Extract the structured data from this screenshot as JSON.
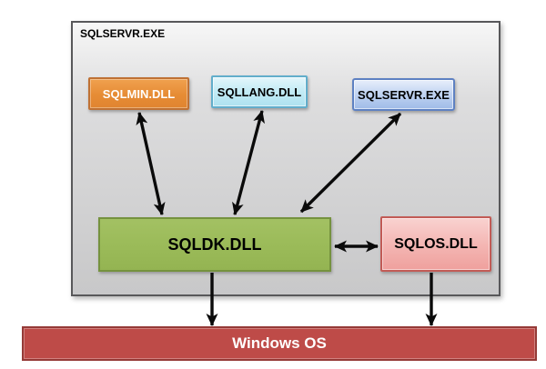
{
  "diagram": {
    "container": {
      "label": "SQLSERVR.EXE"
    },
    "nodes": {
      "sqlmin": {
        "label": "SQLMIN.DLL",
        "fill": "#e68c35",
        "border": "#bf7134",
        "text_color": "#ffffff"
      },
      "sqllang": {
        "label": "SQLLANG.DLL",
        "fill": "#c2ebf5",
        "border": "#62aecb",
        "text_color": "#000000"
      },
      "sqlservr": {
        "label": "SQLSERVR.EXE",
        "fill": "#c3d5f2",
        "border": "#5e81c2",
        "text_color": "#000000"
      },
      "sqldk": {
        "label": "SQLDK.DLL",
        "fill": "#9bbb59",
        "border": "#75923e",
        "text_color": "#000000"
      },
      "sqlos": {
        "label": "SQLOS.DLL",
        "fill": "#f4b7b4",
        "border": "#c25b56",
        "text_color": "#000000"
      },
      "windows_os": {
        "label": "Windows OS",
        "fill": "#be4b48",
        "border": "#953a37",
        "text_color": "#ffffff"
      }
    },
    "edges": [
      {
        "from": "SQLMIN.DLL",
        "to": "SQLDK.DLL",
        "type": "bidirectional"
      },
      {
        "from": "SQLLANG.DLL",
        "to": "SQLDK.DLL",
        "type": "bidirectional"
      },
      {
        "from": "SQLSERVR.EXE",
        "to": "SQLDK.DLL",
        "type": "bidirectional"
      },
      {
        "from": "SQLDK.DLL",
        "to": "SQLOS.DLL",
        "type": "bidirectional"
      },
      {
        "from": "SQLDK.DLL",
        "to": "Windows OS",
        "type": "directed"
      },
      {
        "from": "SQLOS.DLL",
        "to": "Windows OS",
        "type": "directed"
      }
    ],
    "arrow_color": "#0a0a0a",
    "canvas_background": "#ffffff"
  }
}
